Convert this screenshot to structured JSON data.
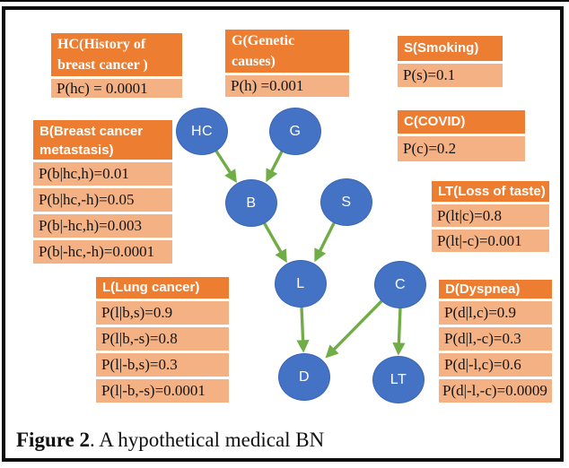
{
  "caption": {
    "label": "Figure 2",
    "text": ". A hypothetical medical BN"
  },
  "colors": {
    "header_orange": "#ED7D31",
    "row_orange": "#F4B183",
    "node_blue": "#4472C4",
    "edge_green": "#70AD47",
    "frame_black": "#0d0d0d"
  },
  "nodes": {
    "hc": {
      "label": "HC"
    },
    "g": {
      "label": "G"
    },
    "b": {
      "label": "B"
    },
    "s": {
      "label": "S"
    },
    "l": {
      "label": "L"
    },
    "c": {
      "label": "C"
    },
    "d": {
      "label": "D"
    },
    "lt": {
      "label": "LT"
    }
  },
  "edges": [
    {
      "from": "HC",
      "to": "B"
    },
    {
      "from": "G",
      "to": "B"
    },
    {
      "from": "B",
      "to": "L"
    },
    {
      "from": "S",
      "to": "L"
    },
    {
      "from": "L",
      "to": "D"
    },
    {
      "from": "C",
      "to": "D"
    },
    {
      "from": "C",
      "to": "LT"
    }
  ],
  "tables": {
    "hc": {
      "title": "HC(History of breast cancer )",
      "rows": [
        "P(hc) = 0.0001"
      ]
    },
    "g": {
      "title": "G(Genetic causes)",
      "rows": [
        "P(h) =0.001"
      ]
    },
    "s": {
      "title": "S(Smoking)",
      "rows": [
        "P(s)=0.1"
      ]
    },
    "c": {
      "title": "C(COVID)",
      "rows": [
        "P(c)=0.2"
      ]
    },
    "b": {
      "title": "B(Breast cancer metastasis)",
      "rows": [
        "P(b|hc,h)=0.01",
        "P(b|hc,-h)=0.05",
        "P(b|-hc,h)=0.003",
        "P(b|-hc,-h)=0.0001"
      ]
    },
    "lt": {
      "title": "LT(Loss of taste)",
      "rows": [
        "P(lt|c)=0.8",
        "P(lt|-c)=0.001"
      ]
    },
    "l": {
      "title": "L(Lung cancer)",
      "rows": [
        "P(l|b,s)=0.9",
        "P(l|b,-s)=0.8",
        "P(l|-b,s)=0.3",
        "P(l|-b,-s)=0.0001"
      ]
    },
    "d": {
      "title": "D(Dyspnea)",
      "rows": [
        "P(d|l,c)=0.9",
        "P(d|l,-c)=0.3",
        "P(d|-l,c)=0.6",
        "P(d|-l,-c)=0.0009"
      ]
    }
  }
}
